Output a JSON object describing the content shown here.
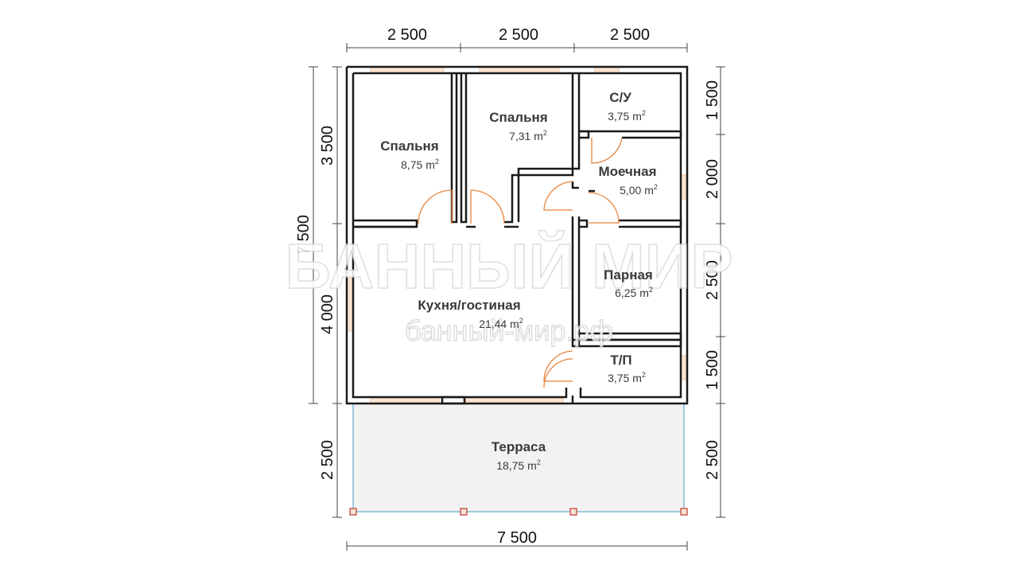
{
  "dimensions": {
    "top": [
      "2 500",
      "2 500",
      "2 500"
    ],
    "left_outer": [
      "3 500",
      "7 500",
      "4 000",
      "2 500"
    ],
    "right": [
      "1 500",
      "2 000",
      "2 500",
      "1 500",
      "2 500"
    ],
    "bottom": "7 500"
  },
  "rooms": [
    {
      "id": "bedroom1",
      "name": "Спальня",
      "area": "8,75 m",
      "unit_sup": "2"
    },
    {
      "id": "bedroom2",
      "name": "Спальня",
      "area": "7,31 m",
      "unit_sup": "2"
    },
    {
      "id": "wc",
      "name": "С/У",
      "area": "3,75 m",
      "unit_sup": "2"
    },
    {
      "id": "wash",
      "name": "Моечная",
      "area": "5,00 m",
      "unit_sup": "2"
    },
    {
      "id": "steam",
      "name": "Парная",
      "area": "6,25 m",
      "unit_sup": "2"
    },
    {
      "id": "kitchen",
      "name": "Кухня/гостиная",
      "area": "21,44 m",
      "unit_sup": "2"
    },
    {
      "id": "tech",
      "name": "Т/П",
      "area": "3,75 m",
      "unit_sup": "2"
    },
    {
      "id": "terrace",
      "name": "Терраса",
      "area": "18,75 m",
      "unit_sup": "2"
    }
  ],
  "watermark": {
    "brand": "БАННЫЙ МИР",
    "site": "банный-мир.рф"
  },
  "colors": {
    "wall": "#1a1a1a",
    "window": "#f2c6a0",
    "door": "#e8833a",
    "terrace_fill": "#f2f2f2",
    "terrace_edge": "#7fbcd2",
    "post": "#c0392b"
  }
}
